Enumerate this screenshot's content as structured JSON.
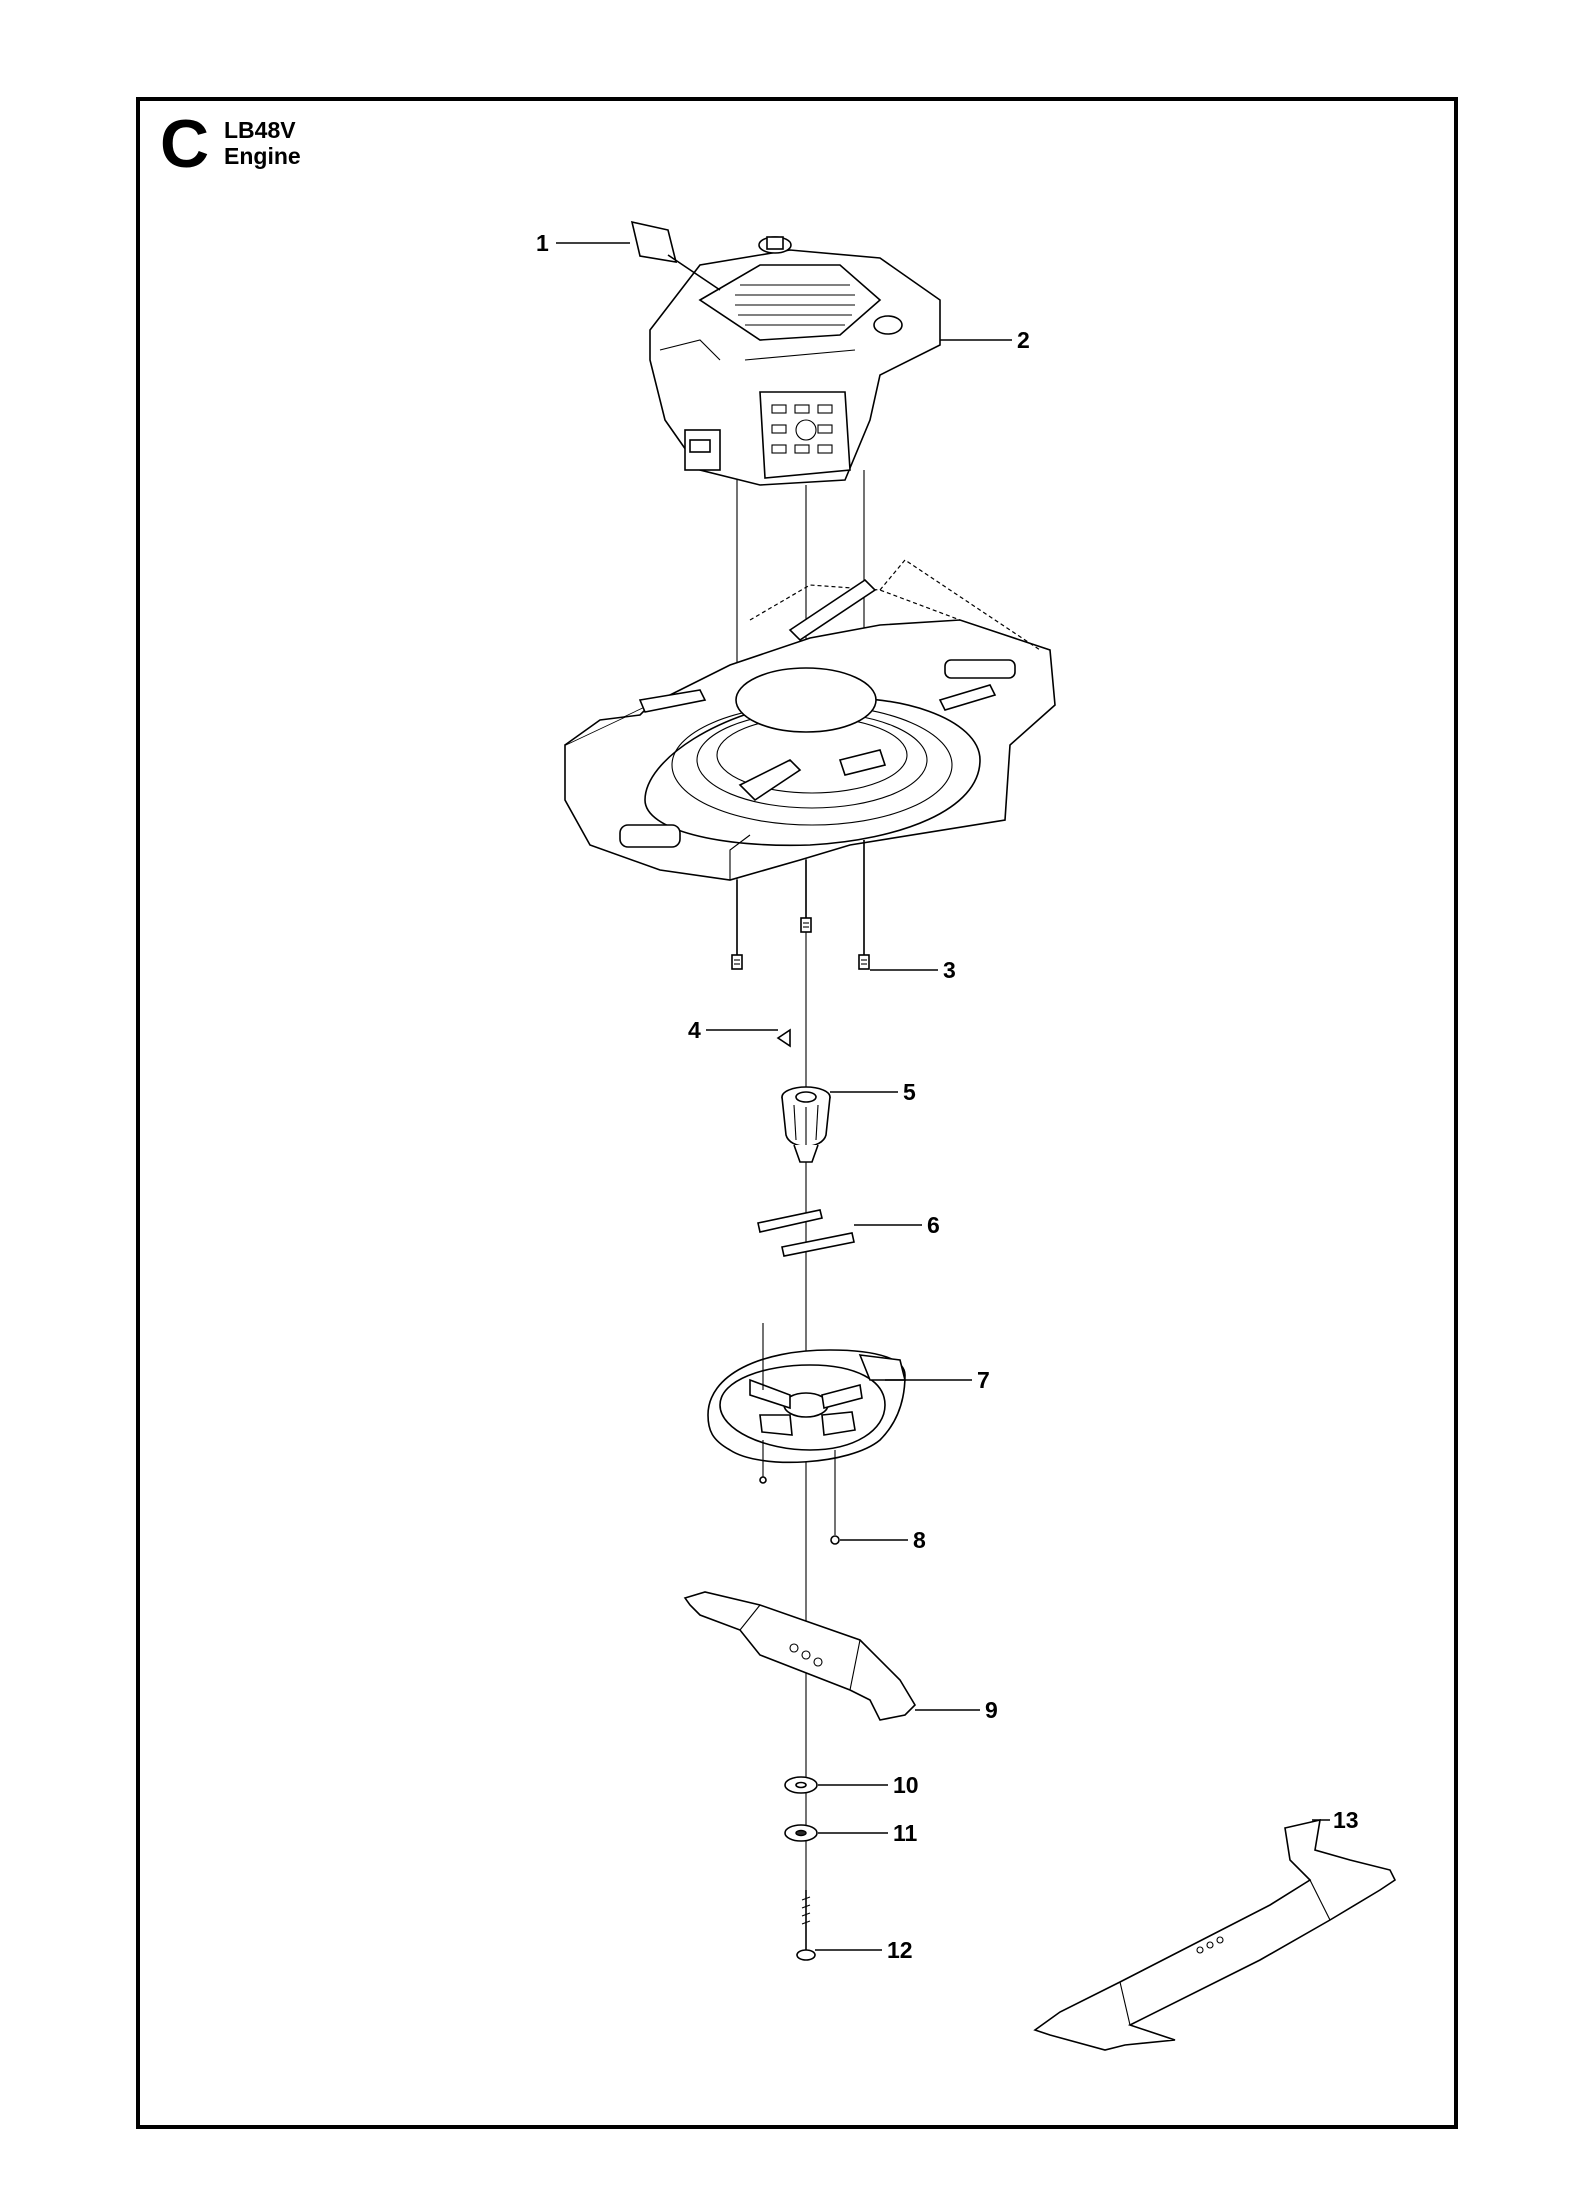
{
  "header": {
    "section_letter": "C",
    "model": "LB48V",
    "title": "Engine"
  },
  "callouts": [
    {
      "number": "1"
    },
    {
      "number": "2"
    },
    {
      "number": "3"
    },
    {
      "number": "4"
    },
    {
      "number": "5"
    },
    {
      "number": "6"
    },
    {
      "number": "7"
    },
    {
      "number": "8"
    },
    {
      "number": "9"
    },
    {
      "number": "10"
    },
    {
      "number": "11"
    },
    {
      "number": "12"
    },
    {
      "number": "13"
    }
  ]
}
